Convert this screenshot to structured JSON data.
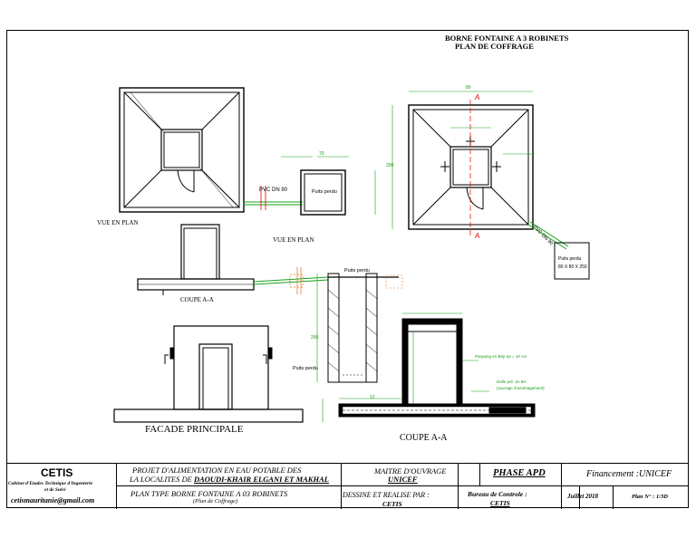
{
  "drawing": {
    "title_line1": "BORNE FONTAINE A 3 ROBINETS",
    "title_line2": "PLAN DE COFFRAGE",
    "labels": {
      "vue_en_plan_1": "VUE EN PLAN",
      "vue_en_plan_2": "VUE EN PLAN",
      "coupe_aa_small": "COUPE A-A",
      "coupe_aa_large": "COUPE A-A",
      "facade": "FACADE PRINCIPALE",
      "pvc": "PVC DN 90",
      "pvc_rot": "PVC DN 90",
      "puits_perdu_box": "Puits perdu",
      "puits_perdu_top": "Puits perdu",
      "puits_perdu_side": "Puits perdu",
      "puits_perdu_note_1": "Puits perdu",
      "puits_perdu_note_2": "80 X 80 X 250",
      "section_a_top": "A",
      "section_a_bottom": "A",
      "dim_top": "80",
      "dim_side": "200",
      "dim_small": "70",
      "dim_height": "250",
      "dim_wall": "12",
      "annot_1": "Parpaing en Bép ep = 10 cm",
      "annot_2": "Dalle pré. en BA",
      "annot_3": "(ouvrage d'aménagement)"
    }
  },
  "title_block": {
    "company": "CETIS",
    "company_sub1": "Cabinet d'Etudes Technique d'Ingenierie",
    "company_sub2": "et de Suivi",
    "email": "cetismauritanie@gmail.com",
    "project_line1": "PROJET D'ALIMENTATION EN EAU POTABLE DES",
    "project_line2_prefix": "LA LOCALITES  DE ",
    "project_line2_bold": "DAOUDI-KHAIR ELGANI ET MAKHAL",
    "maitre_label": "MAITRE D'OUVRAGE",
    "maitre_value": "UNICEF",
    "phase": "PHASE APD",
    "financement": "Financement :UNICEF",
    "plan_type": "PLAN TYPE  BORNE FONTAINE A 03 ROBINETS",
    "plan_sub": "(Plan de Coffrage)",
    "dessine_label": "DESSINE ET REALISE PAR :",
    "dessine_value": "CETIS",
    "bureau_label": "Bureau  de Controle :",
    "bureau_value": "CETIS",
    "date": "Juillet  2018",
    "plan_no": "Plan N° : 1/3D"
  }
}
